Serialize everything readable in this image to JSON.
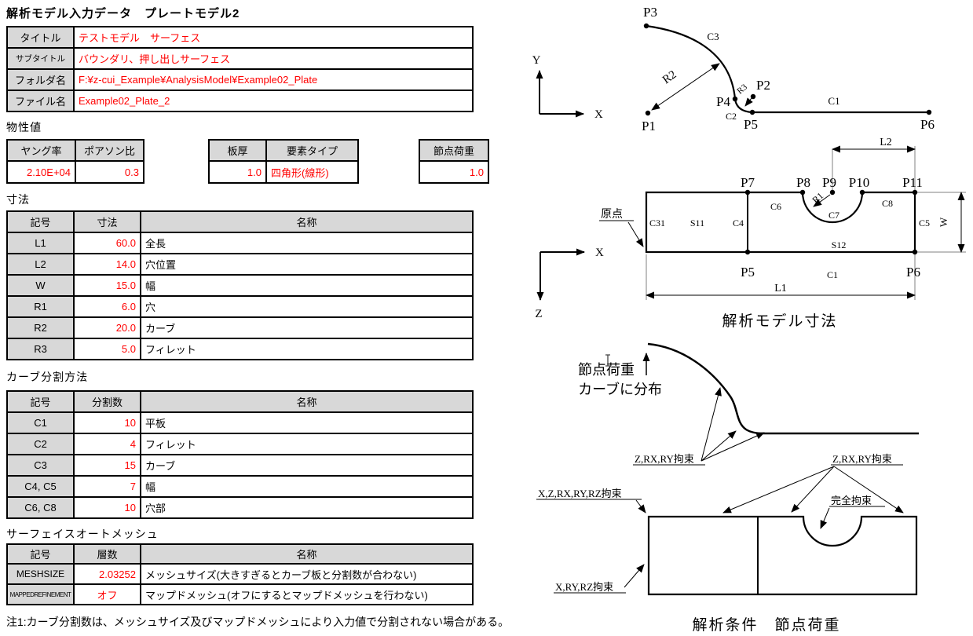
{
  "page": {
    "title": "解析モデル入力データ　プレートモデル2",
    "note": "注1:カーブ分割数は、メッシュサイズ及びマップドメッシュにより入力値で分割されない場合がある。"
  },
  "colors": {
    "accent": "#ff0000",
    "header_bg": "#d8d8d8",
    "border": "#000000"
  },
  "info_table": {
    "rows": [
      {
        "label": "タイトル",
        "value": "テストモデル　サーフェス"
      },
      {
        "label": "サブタイトル",
        "value": "バウンダリ、押し出しサーフェス"
      },
      {
        "label": "フォルダ名",
        "value": "F:¥z-cui_Example¥AnalysisModel¥Example02_Plate"
      },
      {
        "label": "ファイル名",
        "value": "Example02_Plate_2"
      }
    ]
  },
  "material": {
    "heading": "物性値",
    "young_label": "ヤング率",
    "young_value": "2.10E+04",
    "poisson_label": "ポアソン比",
    "poisson_value": "0.3",
    "thickness_label": "板厚",
    "thickness_value": "1.0",
    "element_label": "要素タイプ",
    "element_value": "四角形(線形)",
    "load_label": "節点荷重",
    "load_value": "1.0"
  },
  "dimensions": {
    "heading": "寸法",
    "col_symbol": "記号",
    "col_value": "寸法",
    "col_name": "名称",
    "rows": [
      {
        "symbol": "L1",
        "value": "60.0",
        "name": "全長"
      },
      {
        "symbol": "L2",
        "value": "14.0",
        "name": "穴位置"
      },
      {
        "symbol": "W",
        "value": "15.0",
        "name": "幅"
      },
      {
        "symbol": "R1",
        "value": "6.0",
        "name": "穴"
      },
      {
        "symbol": "R2",
        "value": "20.0",
        "name": "カーブ"
      },
      {
        "symbol": "R3",
        "value": "5.0",
        "name": "フィレット"
      }
    ]
  },
  "curve_division": {
    "heading": "カーブ分割方法",
    "col_symbol": "記号",
    "col_value": "分割数",
    "col_name": "名称",
    "rows": [
      {
        "symbol": "C1",
        "value": "10",
        "name": "平板"
      },
      {
        "symbol": "C2",
        "value": "4",
        "name": "フィレット"
      },
      {
        "symbol": "C3",
        "value": "15",
        "name": "カーブ"
      },
      {
        "symbol": "C4, C5",
        "value": "7",
        "name": "幅"
      },
      {
        "symbol": "C6, C8",
        "value": "10",
        "name": "穴部"
      }
    ]
  },
  "automesh": {
    "heading": "サーフェイスオートメッシュ",
    "col_symbol": "記号",
    "col_value": "層数",
    "col_name": "名称",
    "rows": [
      {
        "symbol": "MESHSIZE",
        "value": "2.03252",
        "name": "メッシュサイズ(大きすぎるとカーブ板と分割数が合わない)"
      },
      {
        "symbol": "MAPPEDREFINEMENT",
        "value": "オフ",
        "name": "マップドメッシュ(オフにするとマップドメッシュを行わない)"
      }
    ]
  },
  "diagram1": {
    "axis_x": "X",
    "axis_y": "Y",
    "p1": "P1",
    "p2": "P2",
    "p3": "P3",
    "p4": "P4",
    "p5": "P5",
    "p6": "P6",
    "c1": "C1",
    "c2": "C2",
    "c3": "C3",
    "r2": "R2",
    "r3": "R3"
  },
  "diagram2": {
    "axis_x": "X",
    "axis_z": "Z",
    "p5": "P5",
    "p6": "P6",
    "p7": "P7",
    "p8": "P8",
    "p9": "P9",
    "p10": "P10",
    "p11": "P11",
    "c1": "C1",
    "c31": "C31",
    "c4": "C4",
    "c5": "C5",
    "c6": "C6",
    "c7": "C7",
    "c8": "C8",
    "s11": "S11",
    "s12": "S12",
    "l1": "L1",
    "l2": "L2",
    "w": "W",
    "r1": "R1",
    "origin_label": "原点",
    "caption": "解析モデル寸法"
  },
  "diagram3": {
    "load_line1": "節点荷重",
    "load_line2": "カーブに分布",
    "constraint_curve": "Z,RX,RY拘束",
    "constraint_top": "Z,RX,RY拘束",
    "constraint_left_corner": "X,Z,RX,RY,RZ拘束",
    "constraint_full": "完全拘束",
    "constraint_bottom_left": "X,RY,RZ拘束",
    "caption": "解析条件　節点荷重"
  }
}
